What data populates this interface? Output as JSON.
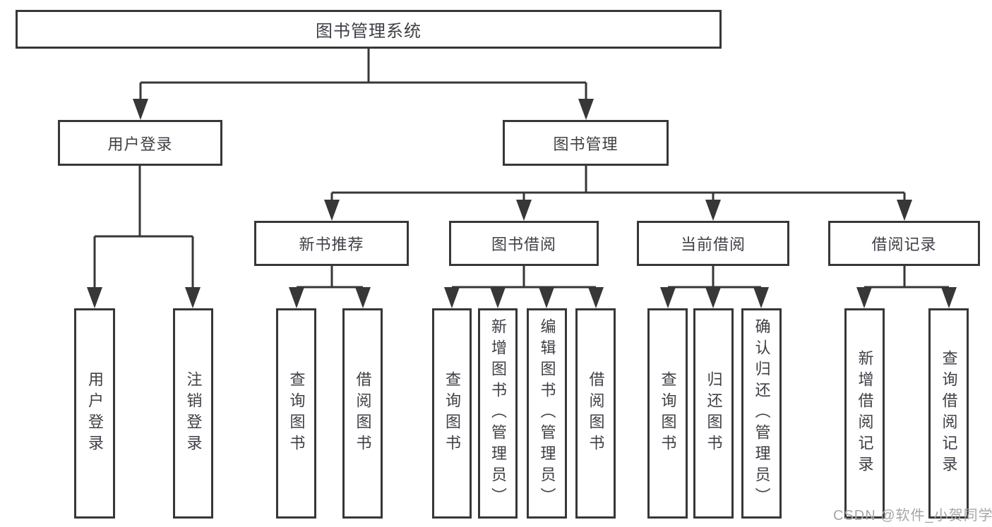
{
  "tree": {
    "label": "图书管理系统",
    "children": [
      {
        "label": "用户登录",
        "children": [
          {
            "label": "用户登录"
          },
          {
            "label": "注销登录"
          }
        ]
      },
      {
        "label": "图书管理",
        "children": [
          {
            "label": "新书推荐",
            "children": [
              {
                "label": "查询图书"
              },
              {
                "label": "借阅图书"
              }
            ]
          },
          {
            "label": "图书借阅",
            "children": [
              {
                "label": "查询图书"
              },
              {
                "label": "新增图书（管理员）"
              },
              {
                "label": "编辑图书（管理员）"
              },
              {
                "label": "借阅图书"
              }
            ]
          },
          {
            "label": "当前借阅",
            "children": [
              {
                "label": "查询图书"
              },
              {
                "label": "归还图书"
              },
              {
                "label": "确认归还（管理员）"
              }
            ]
          },
          {
            "label": "借阅记录",
            "children": [
              {
                "label": "新增借阅记录"
              },
              {
                "label": "查询借阅记录"
              }
            ]
          }
        ]
      }
    ]
  },
  "watermark": {
    "text": "CSDN @软件_小贺同学"
  },
  "colors": {
    "line": "#373737",
    "box_border": "#373737",
    "text": "#3f3f46",
    "watermark": "#a6a6a6",
    "background": "#ffffff"
  }
}
